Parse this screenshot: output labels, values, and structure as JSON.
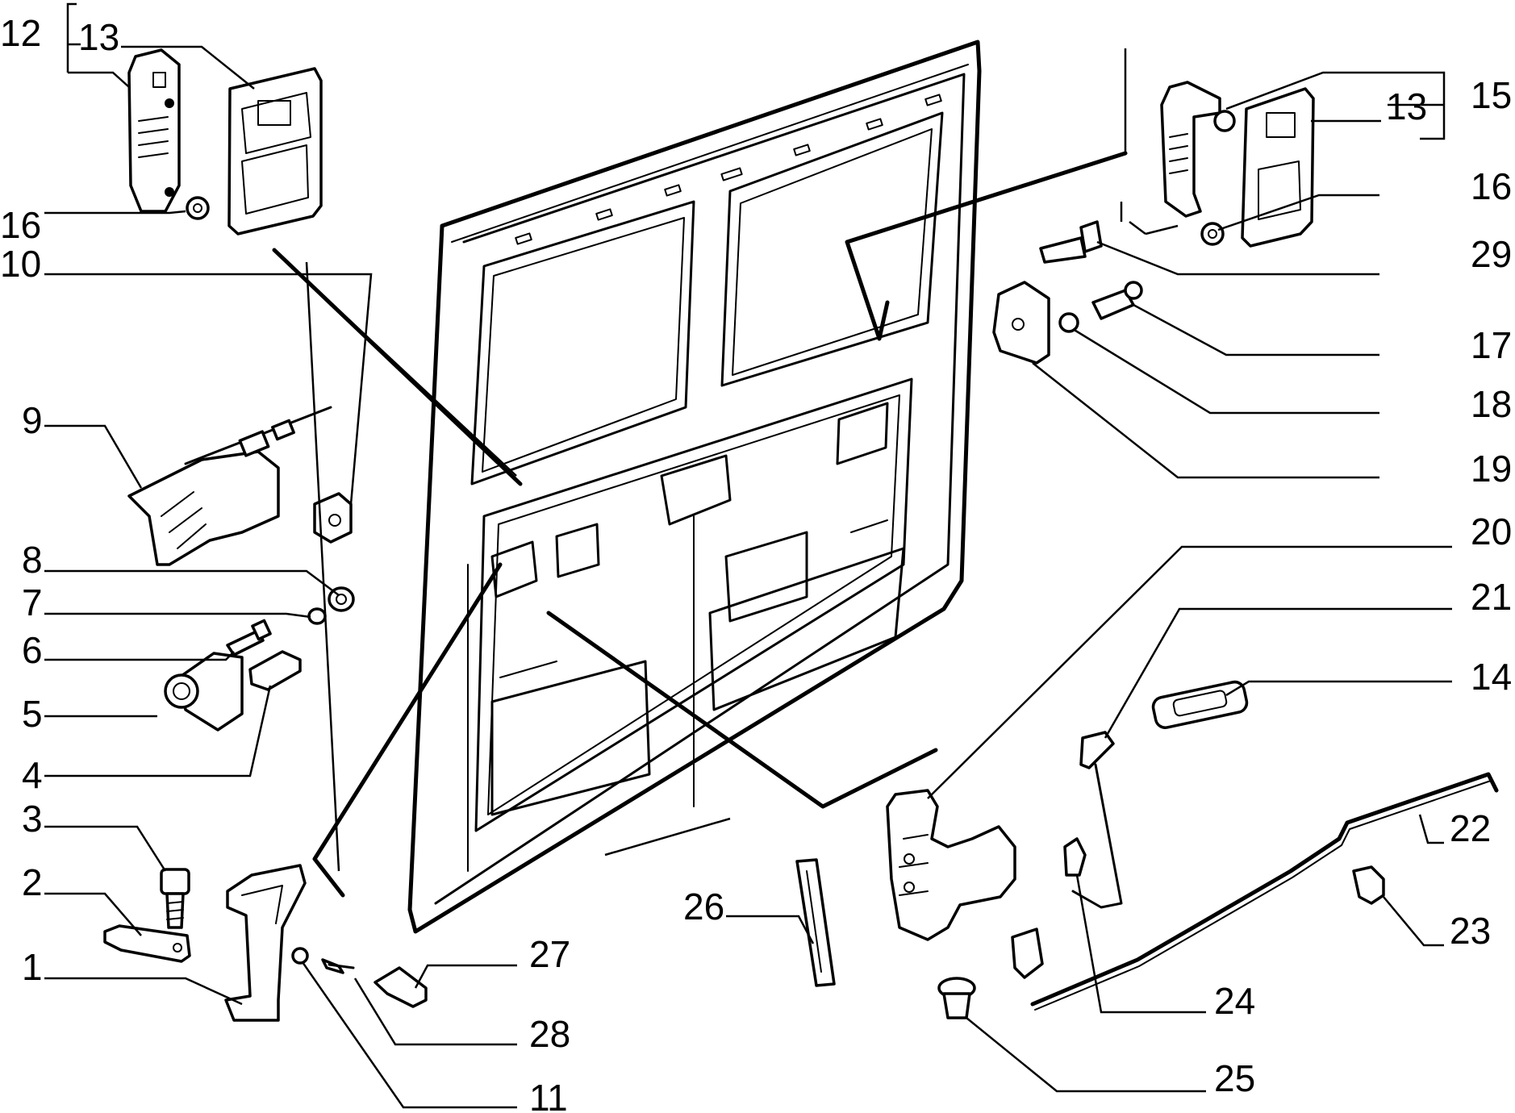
{
  "diagram": {
    "callouts": [
      {
        "id": "c12a",
        "text": "12"
      },
      {
        "id": "c13a",
        "text": "13"
      },
      {
        "id": "c16a",
        "text": "16"
      },
      {
        "id": "c10",
        "text": "10"
      },
      {
        "id": "c9",
        "text": "9"
      },
      {
        "id": "c8",
        "text": "8"
      },
      {
        "id": "c7",
        "text": "7"
      },
      {
        "id": "c6",
        "text": "6"
      },
      {
        "id": "c5",
        "text": "5"
      },
      {
        "id": "c4",
        "text": "4"
      },
      {
        "id": "c3",
        "text": "3"
      },
      {
        "id": "c2",
        "text": "2"
      },
      {
        "id": "c1",
        "text": "1"
      },
      {
        "id": "c15",
        "text": "15"
      },
      {
        "id": "c13b",
        "text": "13"
      },
      {
        "id": "c16b",
        "text": "16"
      },
      {
        "id": "c29",
        "text": "29"
      },
      {
        "id": "c17",
        "text": "17"
      },
      {
        "id": "c18",
        "text": "18"
      },
      {
        "id": "c19",
        "text": "19"
      },
      {
        "id": "c20",
        "text": "20"
      },
      {
        "id": "c21",
        "text": "21"
      },
      {
        "id": "c14",
        "text": "14"
      },
      {
        "id": "c22",
        "text": "22"
      },
      {
        "id": "c23",
        "text": "23"
      },
      {
        "id": "c24",
        "text": "24"
      },
      {
        "id": "c25",
        "text": "25"
      },
      {
        "id": "c26",
        "text": "26"
      },
      {
        "id": "c27",
        "text": "27"
      },
      {
        "id": "c28",
        "text": "28"
      },
      {
        "id": "c11",
        "text": "11"
      }
    ]
  }
}
